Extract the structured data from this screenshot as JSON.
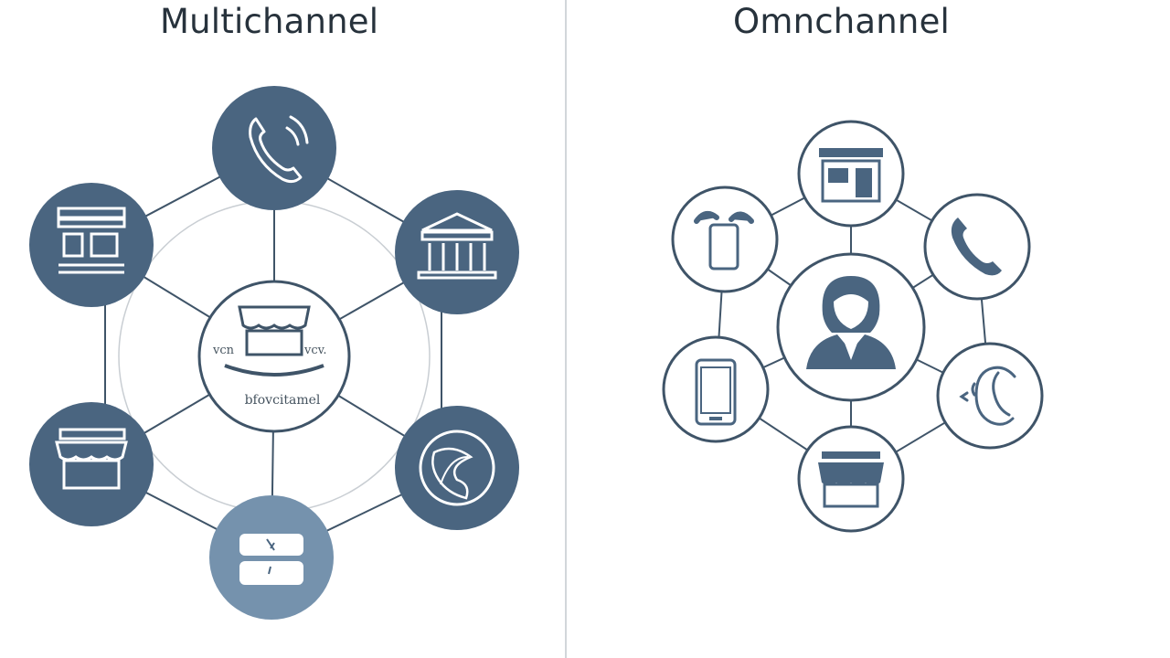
{
  "left_panel": {
    "title": "Multichannel",
    "center_label": "bfovcitamel",
    "center_sign_left": "vcn",
    "center_sign_right": "vcv."
  },
  "right_panel": {
    "title": "Omnchannel"
  },
  "colors": {
    "dark_node": "#4a6580",
    "light_node": "#7592ad",
    "line": "#3f5468",
    "text": "#27323c"
  }
}
